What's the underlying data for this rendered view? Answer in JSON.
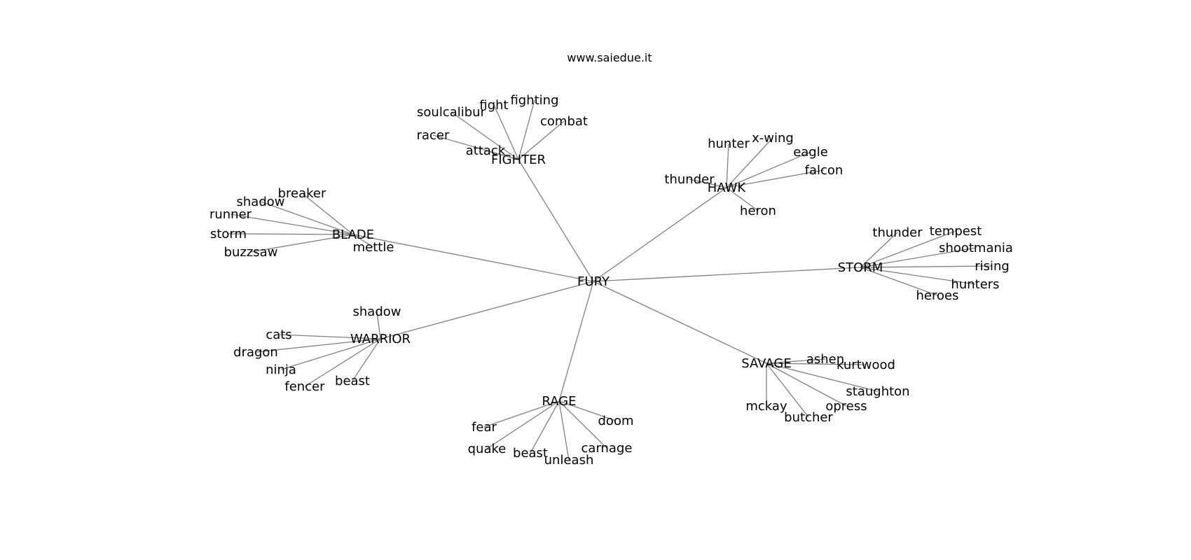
{
  "title": "www.saiedue.it",
  "center": "FURY",
  "clusters": [
    {
      "hub": "FIGHTER",
      "leaves": [
        "soulcalibur",
        "fight",
        "fighting",
        "combat",
        "racer",
        "attack"
      ]
    },
    {
      "hub": "HAWK",
      "leaves": [
        "hunter",
        "x-wing",
        "eagle",
        "falcon",
        "thunder",
        "heron"
      ]
    },
    {
      "hub": "BLADE",
      "leaves": [
        "breaker",
        "shadow",
        "runner",
        "storm",
        "buzzsaw",
        "mettle"
      ]
    },
    {
      "hub": "STORM",
      "leaves": [
        "thunder",
        "tempest",
        "shootmania",
        "rising",
        "hunters",
        "heroes"
      ]
    },
    {
      "hub": "WARRIOR",
      "leaves": [
        "shadow",
        "cats",
        "dragon",
        "ninja",
        "fencer",
        "beast"
      ]
    },
    {
      "hub": "SAVAGE",
      "leaves": [
        "ashen",
        "kurtwood",
        "staughton",
        "opress",
        "butcher",
        "mckay"
      ]
    },
    {
      "hub": "RAGE",
      "leaves": [
        "fear",
        "doom",
        "quake",
        "beast",
        "unleash",
        "carnage"
      ]
    }
  ],
  "colors": {
    "edge": "#808080",
    "text": "#000000",
    "background": "#ffffff"
  }
}
